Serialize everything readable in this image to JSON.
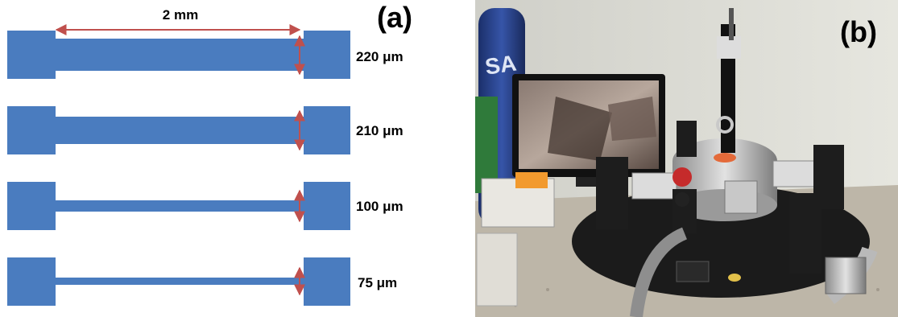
{
  "panel_a": {
    "label": "(a)",
    "dimension": "2 mm",
    "specimens": [
      {
        "width_label": "220 μm"
      },
      {
        "width_label": "210 μm"
      },
      {
        "width_label": "100 μm"
      },
      {
        "width_label": "75 μm"
      }
    ],
    "colors": {
      "shape": "#4a7cbf",
      "arrow": "#c0504d"
    }
  },
  "panel_b": {
    "label": "(b)",
    "photo_text": "SA"
  }
}
